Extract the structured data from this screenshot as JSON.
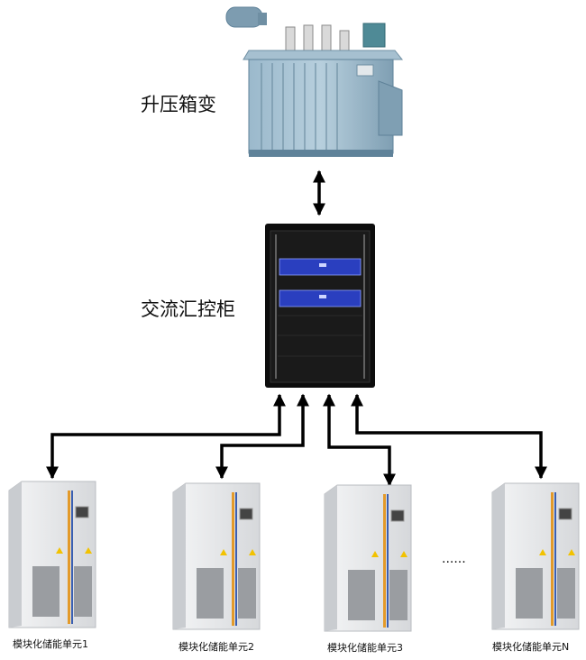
{
  "nodes": {
    "transformer": {
      "label": "升压箱变"
    },
    "cabinet": {
      "label": "交流汇控柜"
    },
    "units": [
      {
        "label": "模块化储能单元1"
      },
      {
        "label": "模块化储能单元2"
      },
      {
        "label": "模块化储能单元3"
      },
      {
        "label": "模块化储能单元N"
      }
    ],
    "ellipsis": "......"
  },
  "colors": {
    "line": "#000000",
    "transformer_body": "#8fb0c4",
    "transformer_dark": "#5f8299",
    "cabinet": "#0d0d0d",
    "module_blue": "#2a3fbf",
    "unit_body": "#e9eaec",
    "unit_edge": "#b9bcc0",
    "unit_orange": "#e39a2a",
    "unit_blue_strip": "#3b5fb0"
  },
  "icons": [
    "transformer-icon",
    "ac-cabinet-icon",
    "storage-unit-icon"
  ]
}
